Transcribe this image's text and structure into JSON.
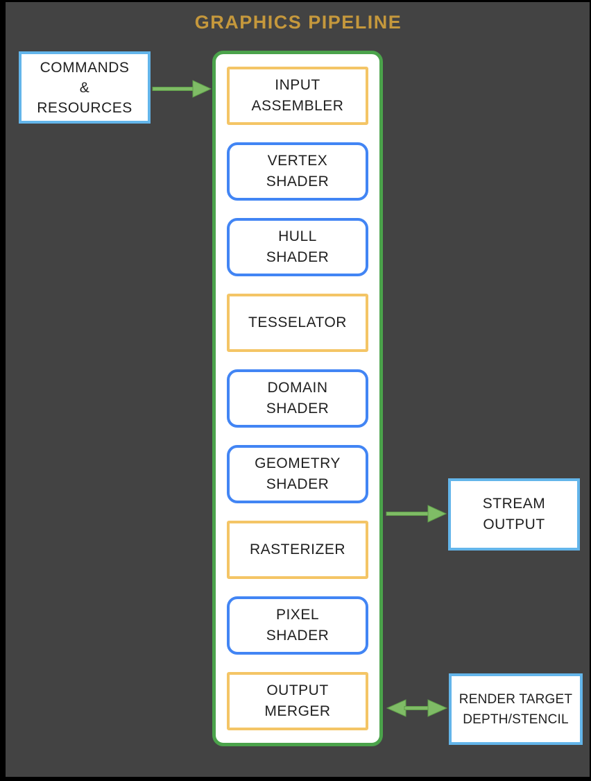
{
  "title": "GRAPHICS PIPELINE",
  "colors": {
    "frame": "#000000",
    "background": "#434343",
    "title_gold": "#C5983C",
    "container_green": "#4BA34B",
    "fixed_stage_orange": "#F4C566",
    "programmable_stage_blue": "#4285F4",
    "io_box_blue": "#63B5EA",
    "arrow_green": "#7FBC66",
    "arrow_green_dark": "#5F9E49",
    "box_fill": "#FFFFFF",
    "text": "#1F1F1F"
  },
  "pipeline": {
    "stages": [
      {
        "label": "INPUT\nASSEMBLER",
        "type": "fixed"
      },
      {
        "label": "VERTEX\nSHADER",
        "type": "programmable"
      },
      {
        "label": "HULL\nSHADER",
        "type": "programmable"
      },
      {
        "label": "TESSELATOR",
        "type": "fixed"
      },
      {
        "label": "DOMAIN\nSHADER",
        "type": "programmable"
      },
      {
        "label": "GEOMETRY\nSHADER",
        "type": "programmable"
      },
      {
        "label": "RASTERIZER",
        "type": "fixed"
      },
      {
        "label": "PIXEL\nSHADER",
        "type": "programmable"
      },
      {
        "label": "OUTPUT\nMERGER",
        "type": "fixed"
      }
    ]
  },
  "io_boxes": {
    "commands": "COMMANDS\n&\nRESOURCES",
    "stream_output": "STREAM\nOUTPUT",
    "render_target": "RENDER TARGET\nDEPTH/STENCIL"
  },
  "arrows": [
    {
      "name": "commands-to-pipeline",
      "direction": "right"
    },
    {
      "name": "pipeline-to-stream-output",
      "direction": "right"
    },
    {
      "name": "pipeline-to-render-target",
      "direction": "both"
    }
  ]
}
